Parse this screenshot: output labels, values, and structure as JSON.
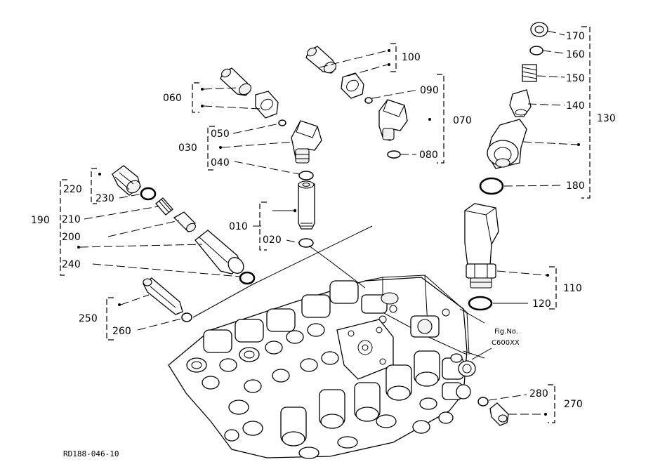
{
  "figure": {
    "code": "RD188-046-10",
    "fig_no_label": "Fig.No.",
    "fig_no_value": "C600XX"
  },
  "parts": {
    "p010": "010",
    "p020": "020",
    "p030": "030",
    "p040": "040",
    "p050": "050",
    "p060": "060",
    "p070": "070",
    "p080": "080",
    "p090": "090",
    "p100": "100",
    "p110": "110",
    "p120": "120",
    "p130": "130",
    "p140": "140",
    "p150": "150",
    "p160": "160",
    "p170": "170",
    "p180": "180",
    "p190": "190",
    "p200": "200",
    "p210": "210",
    "p220": "220",
    "p230": "230",
    "p240": "240",
    "p250": "250",
    "p260": "260",
    "p270": "270",
    "p280": "280"
  }
}
